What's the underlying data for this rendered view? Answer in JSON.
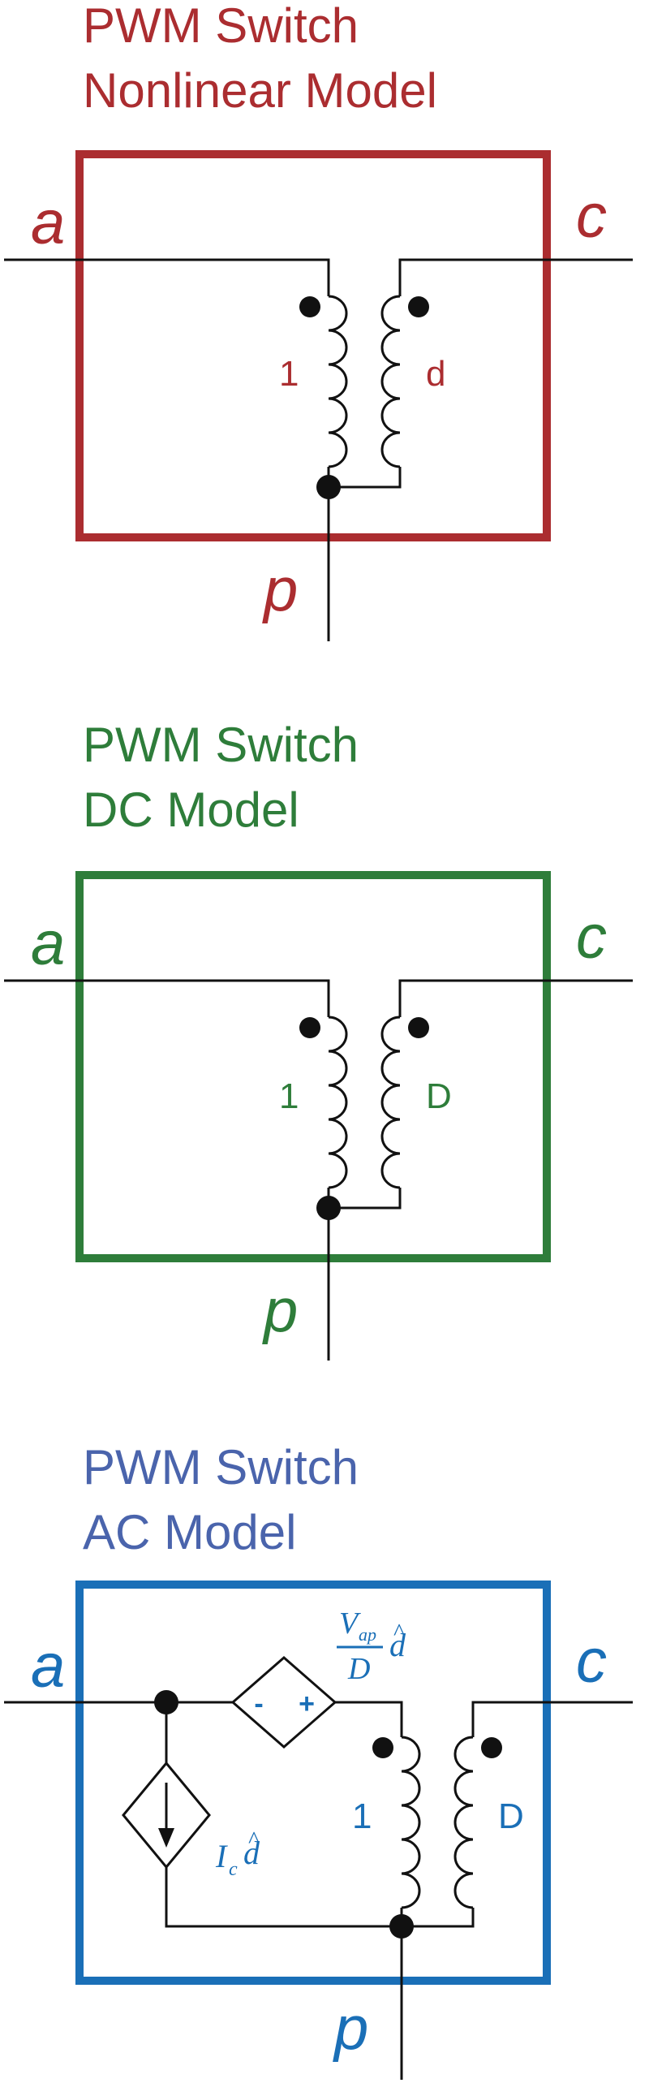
{
  "colors": {
    "nonlinear": "#ab2d30",
    "dc": "#2e7d3a",
    "ac_title": "#4a64ac",
    "ac_box": "#1a6fb7",
    "wire": "#111111"
  },
  "nonlinear": {
    "title_line1": "PWM Switch",
    "title_line2": "Nonlinear Model",
    "term_a": "a",
    "term_c": "c",
    "term_p": "p",
    "ratio_primary": "1",
    "ratio_secondary": "d"
  },
  "dc": {
    "title_line1": "PWM Switch",
    "title_line2": "DC Model",
    "term_a": "a",
    "term_c": "c",
    "term_p": "p",
    "ratio_primary": "1",
    "ratio_secondary": "D"
  },
  "ac": {
    "title_line1": "PWM Switch",
    "title_line2": "AC Model",
    "term_a": "a",
    "term_c": "c",
    "term_p": "p",
    "ratio_primary": "1",
    "ratio_secondary": "D",
    "vsrc_minus": "-",
    "vsrc_plus": "+",
    "vsrc_num_V": "V",
    "vsrc_num_sub": "ap",
    "vsrc_den": "D",
    "vsrc_d": "d",
    "vsrc_hat": "^",
    "isrc_I": "I",
    "isrc_sub": "c",
    "isrc_d": "d",
    "isrc_hat": "^"
  }
}
